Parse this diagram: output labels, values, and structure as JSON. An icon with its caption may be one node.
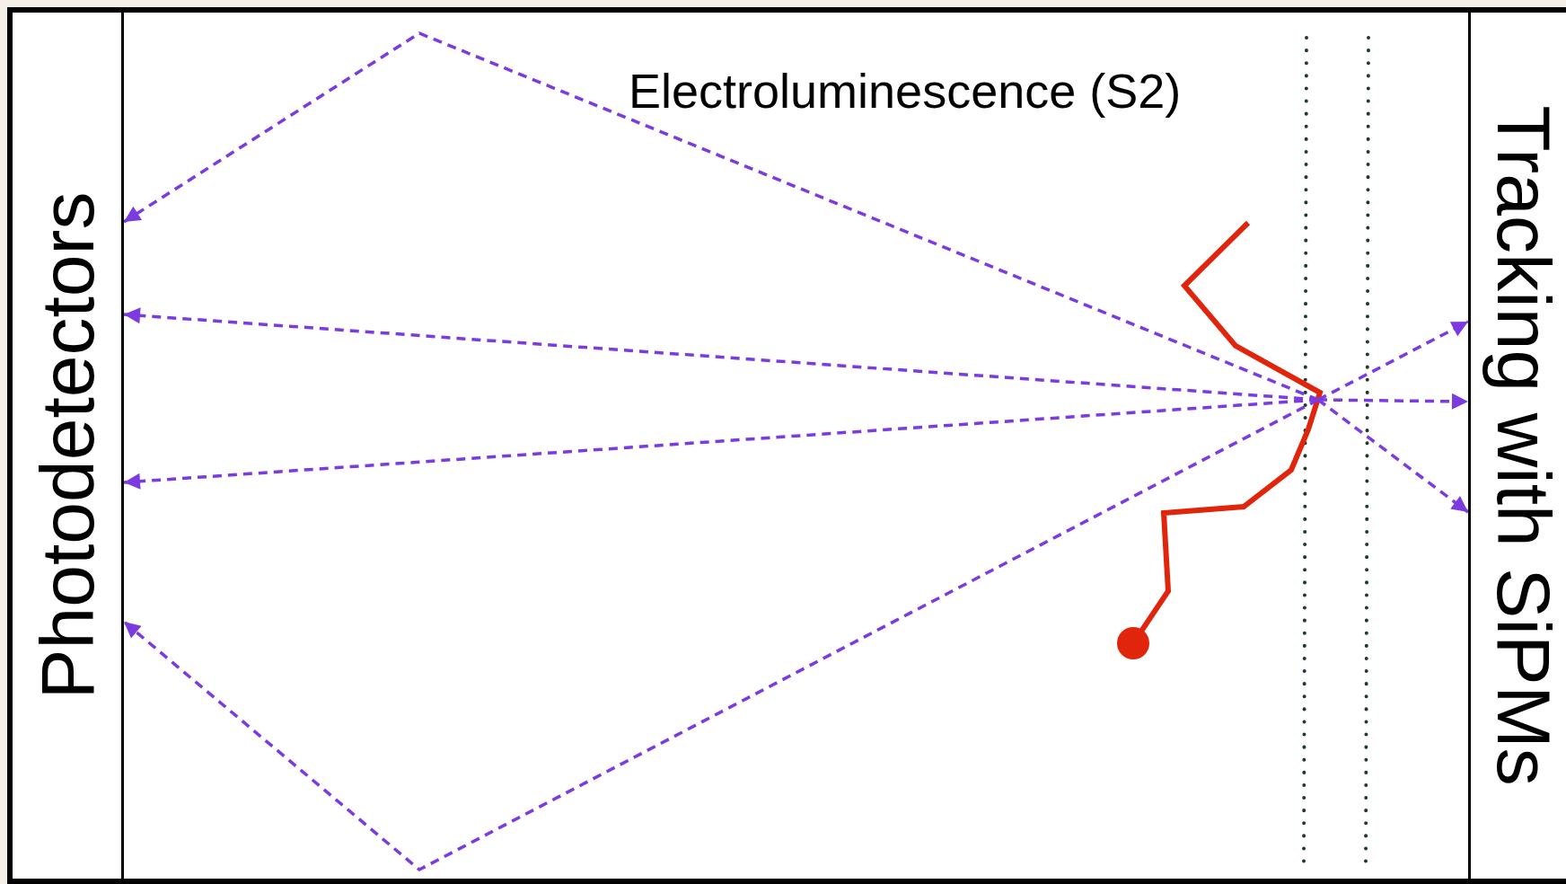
{
  "diagram": {
    "nodes": [
      {
        "text": [
          "Photodetectors"
        ]
      },
      {
        "text": [
          "Tracking with SiPMs"
        ]
      }
    ],
    "edges": [
      {
        "from": null,
        "to": 0,
        "arrow": "to",
        "style": "dashed"
      },
      {
        "from": null,
        "to": 0,
        "arrow": "to",
        "style": "dashed"
      },
      {
        "from": null,
        "to": 0,
        "arrow": "to",
        "style": "dashed"
      },
      {
        "from": null,
        "to": 0,
        "arrow": "to",
        "style": "dashed"
      },
      {
        "from": null,
        "to": 1,
        "arrow": "to",
        "style": "dashed"
      },
      {
        "from": null,
        "to": 1,
        "arrow": "to",
        "style": "dashed"
      },
      {
        "from": null,
        "to": 1,
        "arrow": "to",
        "style": "dashed"
      }
    ],
    "labels": [
      "Electroluminescence (S2)"
    ]
  }
}
